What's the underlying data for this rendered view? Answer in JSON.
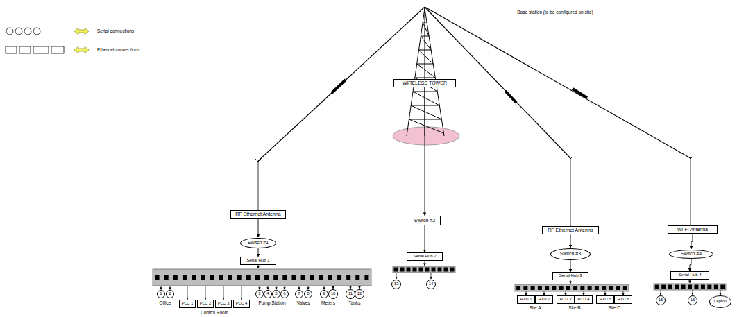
{
  "diagram": {
    "nodes": [
      {
        "text": [
          "RF Ethernet Antenna"
        ]
      },
      {
        "text": [
          "Switch #1"
        ]
      },
      {
        "text": [
          "Serial Hub 1"
        ]
      },
      {
        "text": [
          "1"
        ]
      },
      {
        "text": [
          "2"
        ]
      },
      {
        "text": [
          "PLC 1"
        ]
      },
      {
        "text": [
          "PLC 2"
        ]
      },
      {
        "text": [
          "PLC 3"
        ]
      },
      {
        "text": [
          "PLC 4"
        ]
      },
      {
        "text": [
          "3"
        ]
      },
      {
        "text": [
          "4"
        ]
      },
      {
        "text": [
          "5"
        ]
      },
      {
        "text": [
          "6"
        ]
      },
      {
        "text": [
          "7"
        ]
      },
      {
        "text": [
          "8"
        ]
      },
      {
        "text": [
          "9"
        ]
      },
      {
        "text": [
          "10"
        ]
      },
      {
        "text": [
          "11"
        ]
      },
      {
        "text": [
          "12"
        ]
      },
      {
        "text": [
          "WIRELESS TOWER"
        ]
      },
      {
        "text": [
          "Switch #2"
        ]
      },
      {
        "text": [
          "Serial Hub 2"
        ]
      },
      {
        "text": [
          "13"
        ]
      },
      {
        "text": [
          "14"
        ]
      },
      {
        "text": [
          "RF Ethernet Antenna"
        ]
      },
      {
        "text": [
          "Switch #3"
        ]
      },
      {
        "text": [
          "Serial Hub 3"
        ]
      },
      {
        "text": [
          "RTU 1"
        ]
      },
      {
        "text": [
          "RTU 2"
        ]
      },
      {
        "text": [
          "RTU 3"
        ]
      },
      {
        "text": [
          "RTU 4"
        ]
      },
      {
        "text": [
          "RTU 5"
        ]
      },
      {
        "text": [
          "RTU 6"
        ]
      },
      {
        "text": [
          "Wi-Fi Antenna"
        ]
      },
      {
        "text": [
          "Switch #4"
        ]
      },
      {
        "text": [
          "Serial Hub 4"
        ]
      },
      {
        "text": [
          "15"
        ]
      },
      {
        "text": [
          "16"
        ]
      },
      {
        "text": [
          "Laptop"
        ]
      }
    ],
    "edges": [
      {
        "from": 0,
        "to": 1,
        "arrow": "to"
      },
      {
        "from": 1,
        "to": 2,
        "arrow": "to"
      },
      {
        "from": 19,
        "to": 20,
        "arrow": "to"
      },
      {
        "from": 20,
        "to": 21,
        "arrow": "to"
      },
      {
        "from": 24,
        "to": 25,
        "arrow": "to"
      },
      {
        "from": 25,
        "to": 26,
        "arrow": "to"
      },
      {
        "from": 33,
        "to": 34,
        "arrow": "to"
      },
      {
        "from": 34,
        "to": 35,
        "arrow": "to"
      }
    ],
    "labels": [
      "Base station (to be configured on site)",
      "Office",
      "Control Room",
      "Pump Station",
      "Valves",
      "Meters",
      "Tanks",
      "Site A",
      "Site B",
      "Site C"
    ],
    "legend": [
      {
        "text": "Serial connections"
      },
      {
        "text": "Ethernet connections"
      }
    ]
  }
}
